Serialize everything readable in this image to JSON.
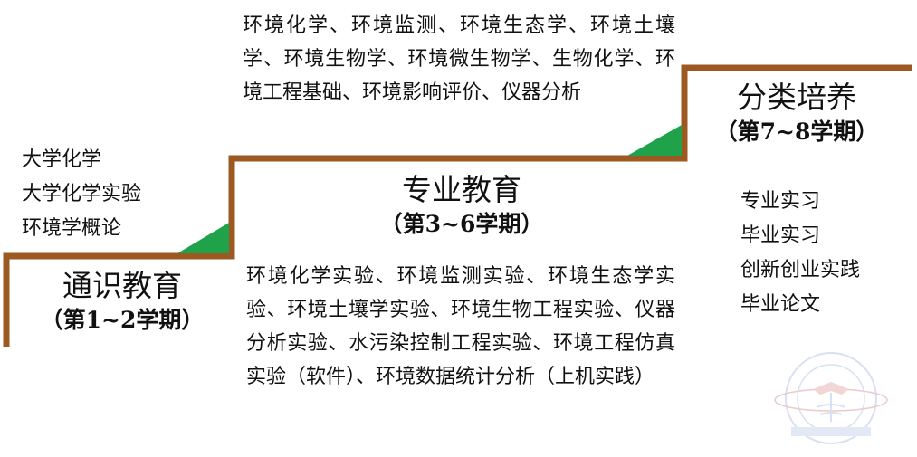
{
  "stages": {
    "general": {
      "title": "通识教育",
      "period": "（第1~2学期）",
      "courses": [
        "大学化学",
        "大学化学实验",
        "环境学概论"
      ]
    },
    "professional": {
      "title": "专业教育",
      "period": "（第3~6学期）",
      "theory_courses": "环境化学、环境监测、环境生态学、环境土壤学、环境生物学、环境微生物学、生物化学、环境工程基础、环境影响评价、仪器分析",
      "lab_courses": "环境化学实验、环境监测实验、环境生态学实验、环境土壤学实验、环境生物工程实验、仪器分析实验、水污染控制工程实验、环境工程仿真实验（软件）、环境数据统计分析（上机实践）"
    },
    "specialized": {
      "title": "分类培养",
      "period": "（第7~8学期）",
      "practices": [
        "专业实习",
        "毕业实习",
        "创新创业实践",
        "毕业论文"
      ]
    }
  },
  "colors": {
    "stair_line": "#9c5a22",
    "triangle": "#1fa24a",
    "emblem": "#b9c7e6"
  },
  "emblem_icon": "school-emblem-watermark"
}
